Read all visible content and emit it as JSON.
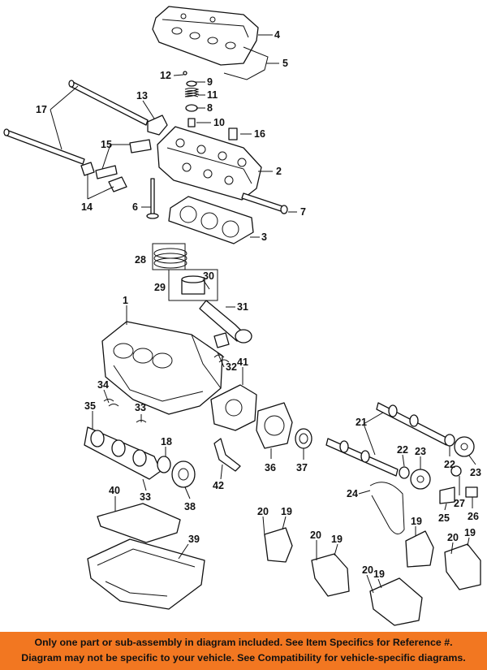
{
  "callouts": [
    "1",
    "2",
    "3",
    "4",
    "5",
    "6",
    "7",
    "8",
    "9",
    "10",
    "11",
    "12",
    "13",
    "14",
    "15",
    "16",
    "17",
    "18",
    "19",
    "20",
    "21",
    "22",
    "23",
    "24",
    "25",
    "26",
    "27",
    "28",
    "29",
    "30",
    "31",
    "32",
    "33",
    "34",
    "35",
    "36",
    "37",
    "38",
    "39",
    "40",
    "41",
    "42"
  ],
  "footer": {
    "line1": "Only one part or sub-assembly in diagram included. See Item Specifics for Reference #.",
    "line2": "Diagram may not be specific to your vehicle. See Compatibility for vehicle-specific diagrams."
  },
  "colors": {
    "footer_bg": "#f27721",
    "line": "#111111"
  }
}
